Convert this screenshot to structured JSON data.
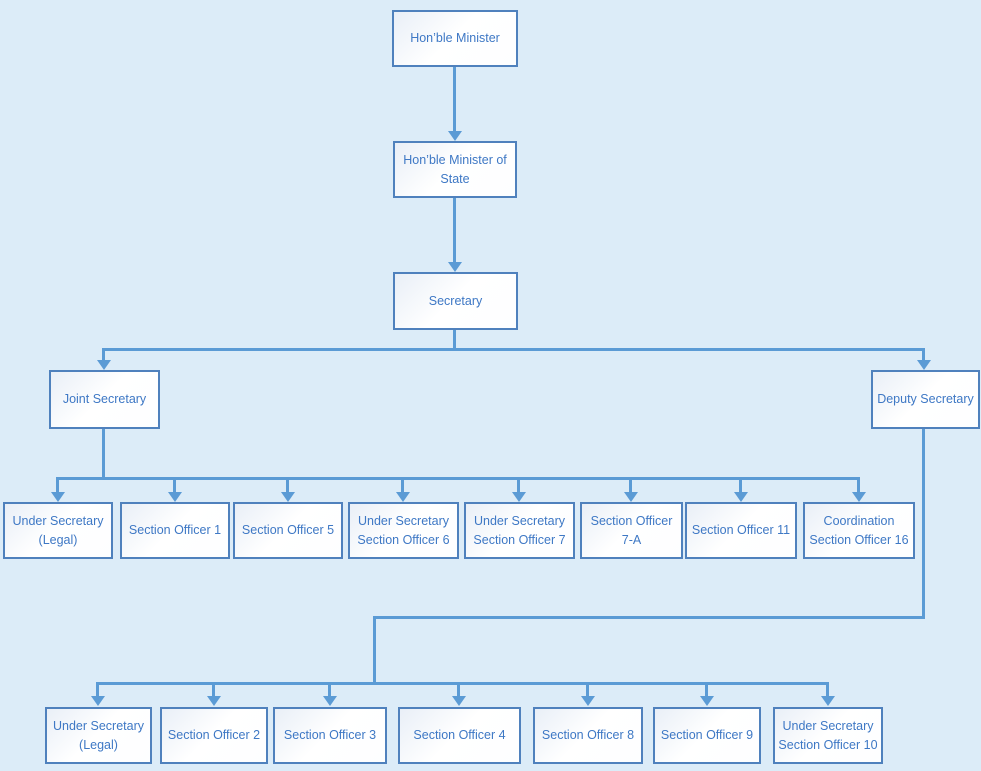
{
  "theme": {
    "background": "#dcecf8",
    "box_border": "#4f81bd",
    "connector": "#5b9bd5",
    "text": "#3e78c5",
    "box_fill": "#ffffff"
  },
  "diagram_type": "org-chart",
  "org": {
    "chain": [
      {
        "label": "Hon’ble Minister"
      },
      {
        "label": "Hon’ble Minister of State"
      },
      {
        "label": "Secretary"
      }
    ],
    "branches": [
      {
        "label": "Joint Secretary",
        "reports": [
          {
            "label": "Under Secretary (Legal)"
          },
          {
            "label": "Section Officer 1"
          },
          {
            "label": "Section Officer 5"
          },
          {
            "label": "Under Secretary Section Officer 6"
          },
          {
            "label": "Under Secretary Section Officer 7"
          },
          {
            "label": "Section Officer 7-A"
          },
          {
            "label": "Section Officer 11"
          },
          {
            "label": "Coordination Section Officer 16"
          }
        ]
      },
      {
        "label": "Deputy Secretary",
        "reports": [
          {
            "label": "Under Secretary (Legal)"
          },
          {
            "label": "Section Officer 2"
          },
          {
            "label": "Section Officer 3"
          },
          {
            "label": "Section Officer 4"
          },
          {
            "label": "Section Officer 8"
          },
          {
            "label": "Section Officer 9"
          },
          {
            "label": "Under Secretary Section Officer 10"
          }
        ]
      }
    ]
  }
}
